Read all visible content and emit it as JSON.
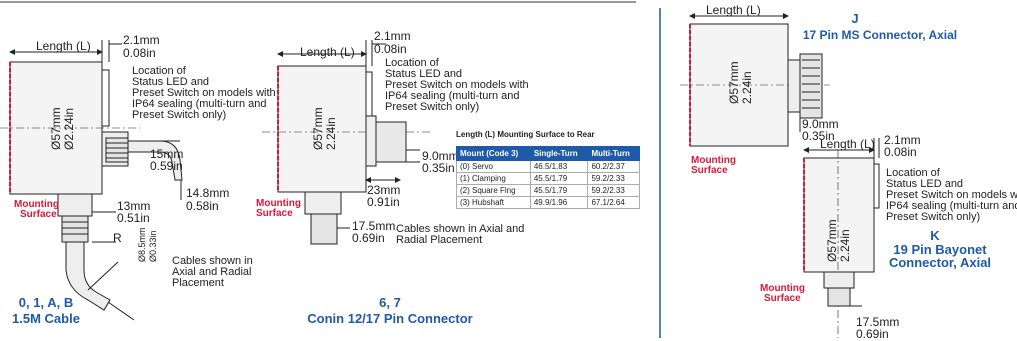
{
  "common": {
    "length_label": "Length (L)",
    "mounting_line1": "Mounting",
    "mounting_line2": "Surface",
    "dim_21mm": "2.1mm",
    "dim_008in": "0.08in",
    "dia_mm": "Ø57mm",
    "dia_in": "Ø2.24in",
    "dia_in_plain": "2.24in",
    "led_note": "Location of\nStatus LED and\nPreset Switch on models with\nIP64 sealing (multi-turn and\nPreset Switch only)",
    "cable_note": "Cables shown in\nAxial and Radial\nPlacement",
    "cable_note_wide": "Cables shown in Axial and\nRadial Placement"
  },
  "cable": {
    "dim_15mm": "15mm",
    "dim_059in": "0.59in",
    "dim_148mm": "14.8mm",
    "dim_058in": "0.58in",
    "dim_13mm": "13mm",
    "dim_051in": "0.51in",
    "r_label": "R",
    "dim_85mm": "Ø8.5mm",
    "dim_033in": "Ø0.33in",
    "caption_1": "0, 1, A, B",
    "caption_2": "1.5M Cable"
  },
  "conin": {
    "dim_9mm": "9.0mm",
    "dim_035in": "0.35in",
    "dim_23mm": "23mm",
    "dim_091in": "0.91in",
    "dim_175mm": "17.5mm",
    "dim_069in": "0.69in",
    "caption_1": "6, 7",
    "caption_2": "Conin 12/17 Pin Connector"
  },
  "table": {
    "title": "Length  (L)  Mounting  Surface  to  Rear",
    "headers": [
      "Mount (Code 3)",
      "Single-Turn",
      "Multi-Turn"
    ],
    "rows": [
      [
        "(0) Servo",
        "46.5/1.83",
        "60.2/2.37"
      ],
      [
        "(1) Clamping",
        "45.5/1.79",
        "59.2/2.33"
      ],
      [
        "(2) Square Flng",
        "45.5/1.79",
        "59.2/2.33"
      ],
      [
        "(3) Hubshaft",
        "49.9/1.96",
        "67.1/2.64"
      ]
    ]
  },
  "ms": {
    "letter": "J",
    "caption": "17 Pin MS Connector, Axial",
    "dim_9mm": "9.0mm",
    "dim_035in": "0.35in"
  },
  "bayonet": {
    "letter": "K",
    "caption_1": "19 Pin Bayonet",
    "caption_2": "Connector, Axial",
    "dim_175mm": "17.5mm",
    "dim_069in": "0.69in"
  }
}
